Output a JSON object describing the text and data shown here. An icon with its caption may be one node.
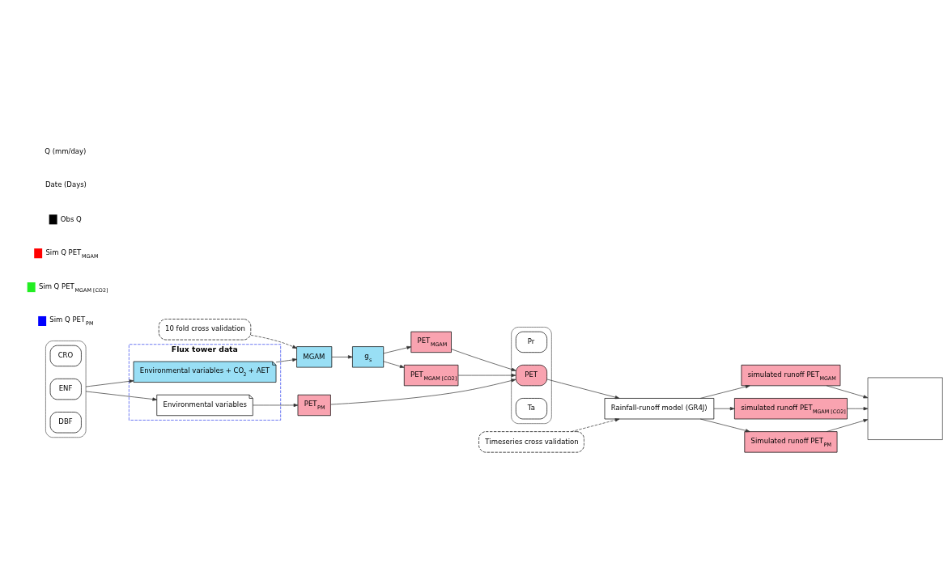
{
  "diagram": {
    "nodes": [
      {
        "text": [],
        "shape": "box"
      },
      {
        "text": [
          "CRO"
        ],
        "in": 0
      },
      {
        "text": [
          "ENF"
        ],
        "in": 0
      },
      {
        "text": [
          "DBF"
        ],
        "in": 0
      },
      {
        "text": [
          "Flux tower data"
        ]
      },
      {
        "text": [
          "Environmental variables + CO$_{2}$ + AET"
        ],
        "in": 4
      },
      {
        "text": [
          "Environmental variables"
        ],
        "in": 4
      },
      {
        "text": [
          "10 fold cross validation"
        ]
      },
      {
        "text": [
          "MGAM"
        ]
      },
      {
        "text": [
          "g$_{s}$"
        ]
      },
      {
        "text": [
          "PET$_{MGAM}$"
        ]
      },
      {
        "text": [
          "PET$_{MGAM [CO2]}$"
        ]
      },
      {
        "text": [
          "PET$_{PM}$"
        ]
      },
      {
        "text": [],
        "shape": "box"
      },
      {
        "text": [
          "Pr"
        ],
        "in": 13
      },
      {
        "text": [
          "PET"
        ],
        "in": 13
      },
      {
        "text": [
          "Ta"
        ],
        "in": 13
      },
      {
        "text": [
          "Timeseries cross validation"
        ]
      },
      {
        "text": [
          "Rainfall-runoff model (GR4J)"
        ]
      },
      {
        "text": [
          "simulated runoff PET$_{MGAM}$"
        ]
      },
      {
        "text": [
          "simulated runoff PET$_{MGAM [CO2]}$"
        ]
      },
      {
        "text": [
          "Simulated runoff PET$_{PM}$"
        ]
      },
      {
        "text": [],
        "shape": "box"
      }
    ],
    "edges": [
      {
        "from": 0,
        "to": 5,
        "arrow": "to"
      },
      {
        "from": 0,
        "to": 6,
        "arrow": "to"
      },
      {
        "from": 7,
        "to": 8,
        "arrow": "to",
        "style": "dashed"
      },
      {
        "from": 5,
        "to": 8,
        "arrow": "to"
      },
      {
        "from": 8,
        "to": 9,
        "arrow": "to"
      },
      {
        "from": 9,
        "to": 10,
        "arrow": "to"
      },
      {
        "from": 9,
        "to": 11,
        "arrow": "to"
      },
      {
        "from": 6,
        "to": 12,
        "arrow": "to"
      },
      {
        "from": 10,
        "to": 15,
        "arrow": "to"
      },
      {
        "from": 11,
        "to": 15,
        "arrow": "to"
      },
      {
        "from": 12,
        "to": 15,
        "arrow": "to"
      },
      {
        "from": 15,
        "to": 18,
        "arrow": "to"
      },
      {
        "from": 17,
        "to": 18,
        "arrow": "to",
        "style": "dashed"
      },
      {
        "from": 18,
        "to": 19,
        "arrow": "to"
      },
      {
        "from": 18,
        "to": 20,
        "arrow": "to"
      },
      {
        "from": 18,
        "to": 21,
        "arrow": "to"
      },
      {
        "from": 19,
        "to": 22,
        "arrow": "to"
      },
      {
        "from": 20,
        "to": 22,
        "arrow": "to"
      },
      {
        "from": 21,
        "to": 22,
        "arrow": "to"
      }
    ],
    "labels": [
      "Q (mm/day)",
      "Date (Days)"
    ],
    "legend": [
      {
        "text": "Obs Q"
      },
      {
        "text": "Sim Q PET$_{MGAM}$"
      },
      {
        "text": "Sim Q PET$_{MGAM [CO2]}$"
      },
      {
        "text": "Sim Q PET$_{PM}$"
      }
    ]
  }
}
